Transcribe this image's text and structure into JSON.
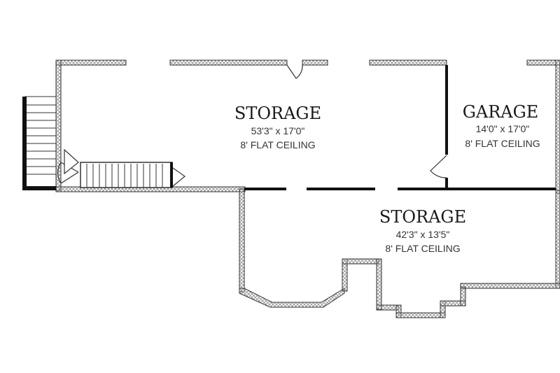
{
  "rooms": [
    {
      "id": "storage-upper",
      "name": "STORAGE",
      "dimensions": "53'3\" x 17'0\"",
      "ceiling": "8' FLAT CEILING"
    },
    {
      "id": "garage",
      "name": "GARAGE",
      "dimensions": "14'0\" x 17'0\"",
      "ceiling": "8' FLAT CEILING"
    },
    {
      "id": "storage-lower",
      "name": "STORAGE",
      "dimensions": "42'3\" x 13'5\"",
      "ceiling": "8' FLAT CEILING"
    }
  ],
  "colors": {
    "wall_stroke": "#333333",
    "wall_hatch": "#8a8a8a",
    "background": "#ffffff"
  }
}
